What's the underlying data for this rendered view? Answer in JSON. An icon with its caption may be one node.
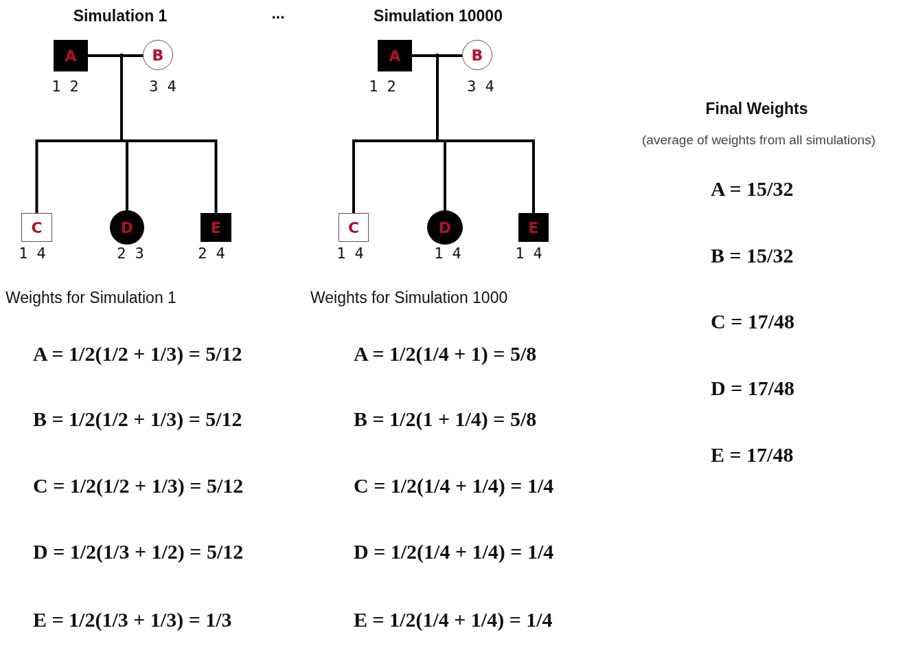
{
  "diagram": {
    "nodes": [
      {
        "text": [
          "A"
        ],
        "beside": [
          "1 2"
        ]
      },
      {
        "text": [
          "B"
        ],
        "beside": [
          "3 4"
        ]
      },
      {
        "text": [
          "A"
        ],
        "beside": [
          "1 2"
        ]
      },
      {
        "text": [
          "B"
        ],
        "beside": [
          "3 4"
        ]
      },
      {
        "text": [
          "C"
        ],
        "beside": [
          "1 4"
        ]
      },
      {
        "text": [
          "D"
        ],
        "beside": [
          "2 3"
        ]
      },
      {
        "text": [
          "E"
        ],
        "beside": [
          "2 4"
        ]
      },
      {
        "text": [
          "C"
        ],
        "beside": [
          "1 4"
        ]
      },
      {
        "text": [
          "D"
        ],
        "beside": [
          "1 4"
        ]
      },
      {
        "text": [
          "E"
        ],
        "beside": [
          "1 4"
        ]
      }
    ],
    "edges": [
      {
        "from": 0,
        "to": 1,
        "arrow": "none"
      },
      {
        "from": null,
        "to": 4,
        "arrow": "none"
      },
      {
        "from": null,
        "to": 5,
        "arrow": "none"
      },
      {
        "from": null,
        "to": 6,
        "arrow": "none"
      },
      {
        "from": 2,
        "to": 3,
        "arrow": "none"
      },
      {
        "from": null,
        "to": 7,
        "arrow": "none"
      },
      {
        "from": null,
        "to": 8,
        "arrow": "none"
      },
      {
        "from": null,
        "to": 9,
        "arrow": "none"
      }
    ],
    "labels": [
      "Simulation 1",
      "...",
      "Simulation 10000",
      "Final Weights",
      "(average of weights from all simulations)",
      "Weights for Simulation 1",
      "Weights for Simulation 1000",
      "A = 1/2(1/2 + 1/3) = 5/12",
      "B = 1/2(1/2 + 1/3) = 5/12",
      "C = 1/2(1/2 + 1/3) = 5/12",
      "D = 1/2(1/3 + 1/2) = 5/12",
      "E = 1/2(1/3 + 1/3) = 1/3",
      "A = 1/2(1/4 + 1) = 5/8",
      "B = 1/2(1 + 1/4) = 5/8",
      "C = 1/2(1/4 + 1/4) = 1/4",
      "D = 1/2(1/4 + 1/4) = 1/4",
      "E = 1/2(1/4 + 1/4) = 1/4",
      "A = 15/32",
      "B = 15/32",
      "C = 17/48",
      "D = 17/48",
      "E = 17/48"
    ]
  }
}
